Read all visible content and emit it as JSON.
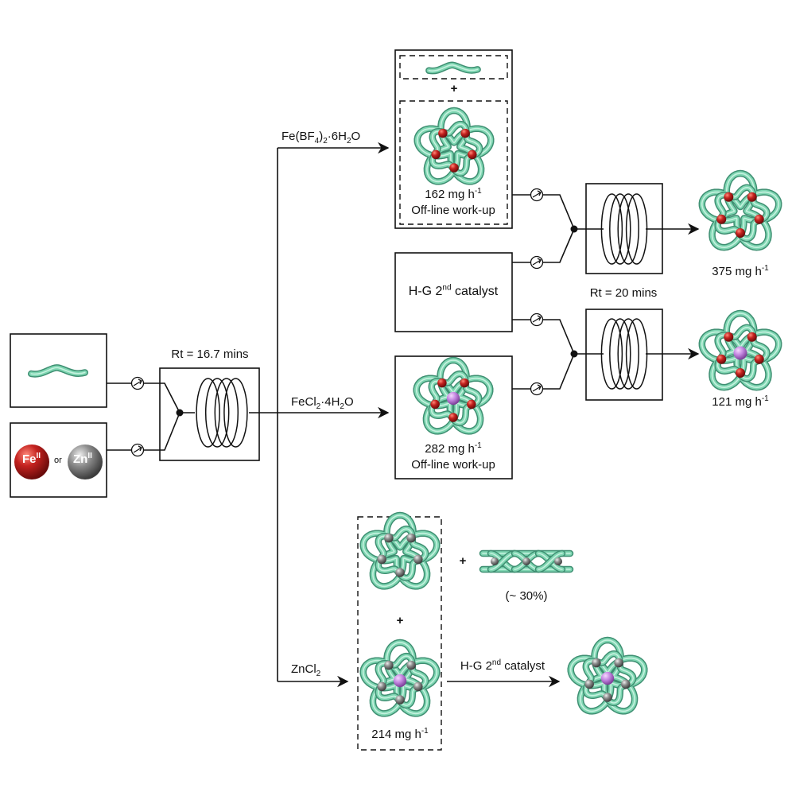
{
  "colors": {
    "strand": "#7fd6b2",
    "strand_edge": "#3e8f72",
    "fe": "#b3181c",
    "zn": "#8a8a8a",
    "guest": "#c98ae0",
    "line": "#111111"
  },
  "icons": [
    "pump-icon",
    "mixer-junction-icon",
    "coil-reactor-icon",
    "ligand-strand-icon",
    "metal-sphere-icon",
    "pentafoil-knot-icon",
    "helicate-icon"
  ],
  "inputs": {
    "fe_label": "Fe",
    "fe_sup": "II",
    "or_label": "or",
    "zn_label": "Zn",
    "zn_sup": "II"
  },
  "reactor1": {
    "residence_time": "Rt = 16.7 mins"
  },
  "reactor2": {
    "residence_time": "Rt = 20 mins"
  },
  "branches": {
    "top": {
      "reagent_main": "Fe(BF",
      "reagent_sub": "4",
      "reagent_tail": ")",
      "reagent_sub2": "2",
      "reagent_end": "·6H",
      "reagent_sub3": "2",
      "reagent_final": "O",
      "plus": "+",
      "rate": "162 mg h",
      "rate_sup": "-1",
      "workup": "Off-line work-up"
    },
    "middle": {
      "reagent_main": "FeCl",
      "reagent_sub": "2",
      "reagent_tail": "·4H",
      "reagent_sub2": "2",
      "reagent_end": "O",
      "rate": "282 mg h",
      "rate_sup": "-1",
      "workup": "Off-line work-up"
    },
    "bottom": {
      "reagent_main": "ZnCl",
      "reagent_sub": "2",
      "plus1": "+",
      "plus2": "+",
      "byproduct_fraction": "(~ 30%)",
      "rate": "214 mg h",
      "rate_sup": "-1",
      "catalyst_main": "H-G 2",
      "catalyst_sup": "nd",
      "catalyst_tail": " catalyst"
    }
  },
  "catalyst_box": {
    "main": "H-G 2",
    "sup": "nd",
    "tail": " catalyst"
  },
  "products": {
    "fe_knot_rate": "375 mg h",
    "fe_knot_rate_sup": "-1",
    "fe_guest_rate": "121 mg h",
    "fe_guest_rate_sup": "-1"
  }
}
